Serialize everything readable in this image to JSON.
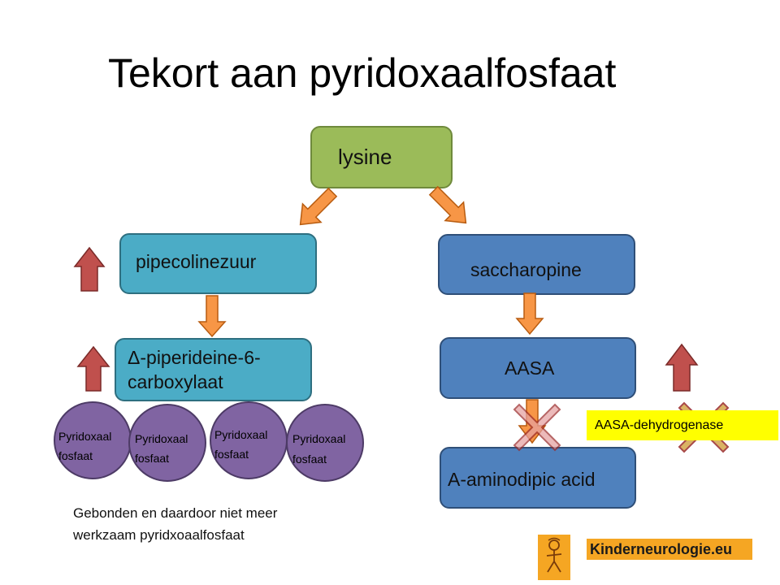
{
  "title": "Tekort aan pyridoxaalfosfaat",
  "nodes": {
    "lysine": "lysine",
    "pipecolinezuur": "pipecolinezuur",
    "saccharopine": "saccharopine",
    "piperideine_line1": "Δ-piperideine-6-",
    "piperideine_line2": "carboxylaat",
    "aasa": "AASA",
    "aminodipic": "A-aminodipic acid"
  },
  "pyridoxaal_circles": [
    {
      "line1": "Pyridoxaal",
      "line2": "fosfaat"
    },
    {
      "line1": "Pyridoxaal",
      "line2": "fosfaat"
    },
    {
      "line1": "Pyridoxaal",
      "line2": "fosfaat"
    },
    {
      "line1": "Pyridoxaal",
      "line2": "fosfaat"
    }
  ],
  "note": {
    "line1": "Gebonden en daardoor niet meer",
    "line2": "werkzaam pyridxoaalfosfaat"
  },
  "enzyme_label": "AASA-dehydrogenase",
  "logo": {
    "text": "Kinderneurologie.eu",
    "icon": "child-figure-icon"
  },
  "colors": {
    "lysine": "#9bbb59",
    "teal_boxes": "#4bacc6",
    "blue_boxes": "#4f81bd",
    "orange_arrows": "#f79646",
    "red_up_arrows": "#c0504d",
    "circles": "#8064a2",
    "enzyme_label": "#ffff00",
    "logo": "#f5a623"
  }
}
